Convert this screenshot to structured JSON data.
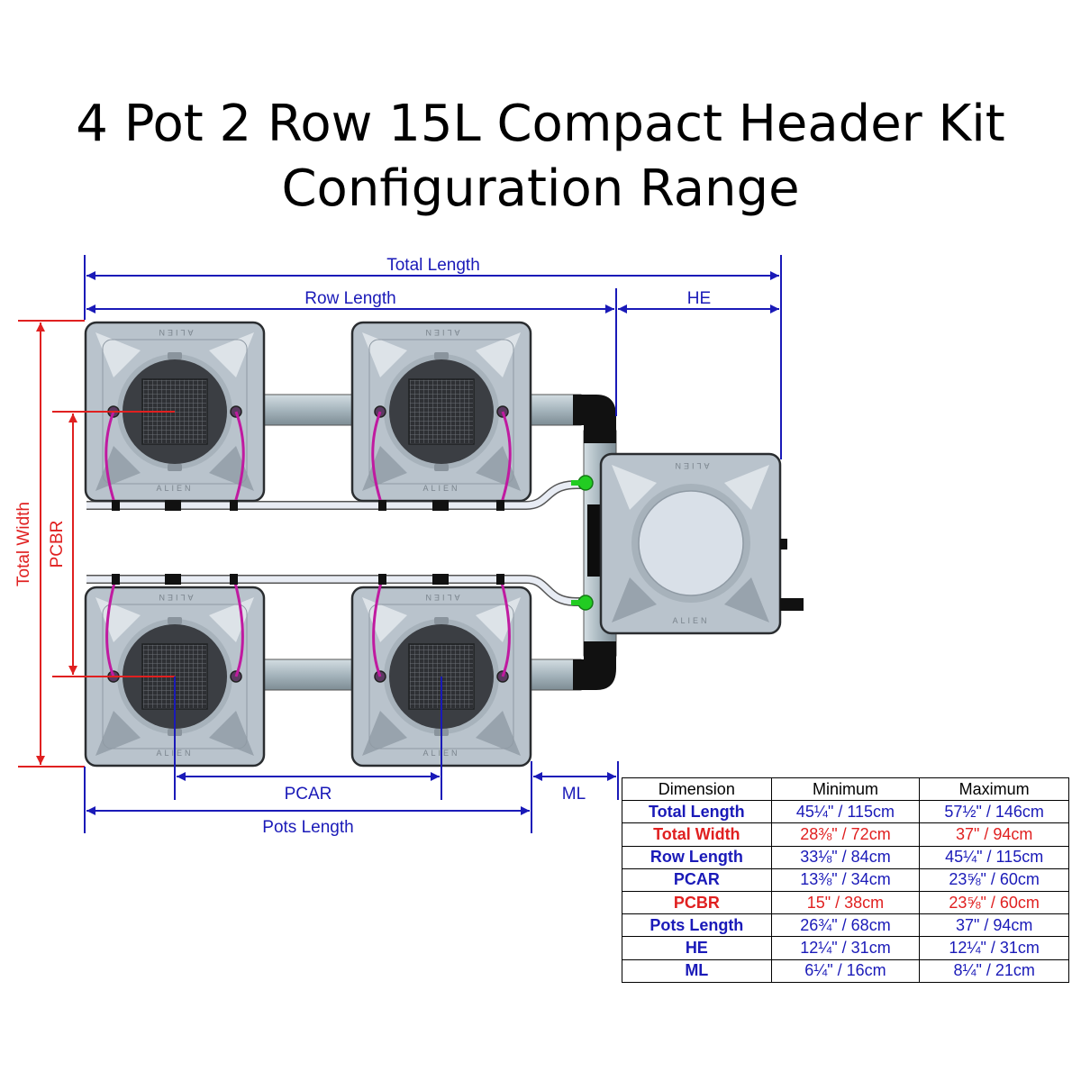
{
  "title": {
    "line1": "4 Pot 2 Row 15L Compact Header Kit",
    "line2": "Configuration Range"
  },
  "colors": {
    "blue": "#1a1ab8",
    "red": "#e02020",
    "pot_body": "#b8c2cc",
    "pot_dark": "#3c3f44",
    "pipe": "#a9b8c0",
    "tube": "#c01aa0",
    "valve": "#22cc22"
  },
  "dimension_labels": {
    "total_length": "Total Length",
    "row_length": "Row Length",
    "he": "HE",
    "total_width": "Total Width",
    "pcbr": "PCBR",
    "pcar": "PCAR",
    "ml": "ML",
    "pots_length": "Pots Length"
  },
  "pot_brand": "ALIEN",
  "table": {
    "headers": [
      "Dimension",
      "Minimum",
      "Maximum"
    ],
    "rows": [
      {
        "name": "Total Length",
        "min": "45¼\" / 115cm",
        "max": "57½\" / 146cm",
        "color": "#1a1ab8"
      },
      {
        "name": "Total Width",
        "min": "28⅜\" / 72cm",
        "max": "37\" / 94cm",
        "color": "#e02020"
      },
      {
        "name": "Row Length",
        "min": "33⅛\" / 84cm",
        "max": "45¼\" / 115cm",
        "color": "#1a1ab8"
      },
      {
        "name": "PCAR",
        "min": "13⅜\" / 34cm",
        "max": "23⅝\" / 60cm",
        "color": "#1a1ab8"
      },
      {
        "name": "PCBR",
        "min": "15\" / 38cm",
        "max": "23⅝\" / 60cm",
        "color": "#e02020"
      },
      {
        "name": "Pots Length",
        "min": "26¾\" / 68cm",
        "max": "37\" / 94cm",
        "color": "#1a1ab8"
      },
      {
        "name": "HE",
        "min": "12¼\" / 31cm",
        "max": "12¼\" / 31cm",
        "color": "#1a1ab8"
      },
      {
        "name": "ML",
        "min": "6¼\" / 16cm",
        "max": "8¼\" / 21cm",
        "color": "#1a1ab8"
      }
    ]
  }
}
